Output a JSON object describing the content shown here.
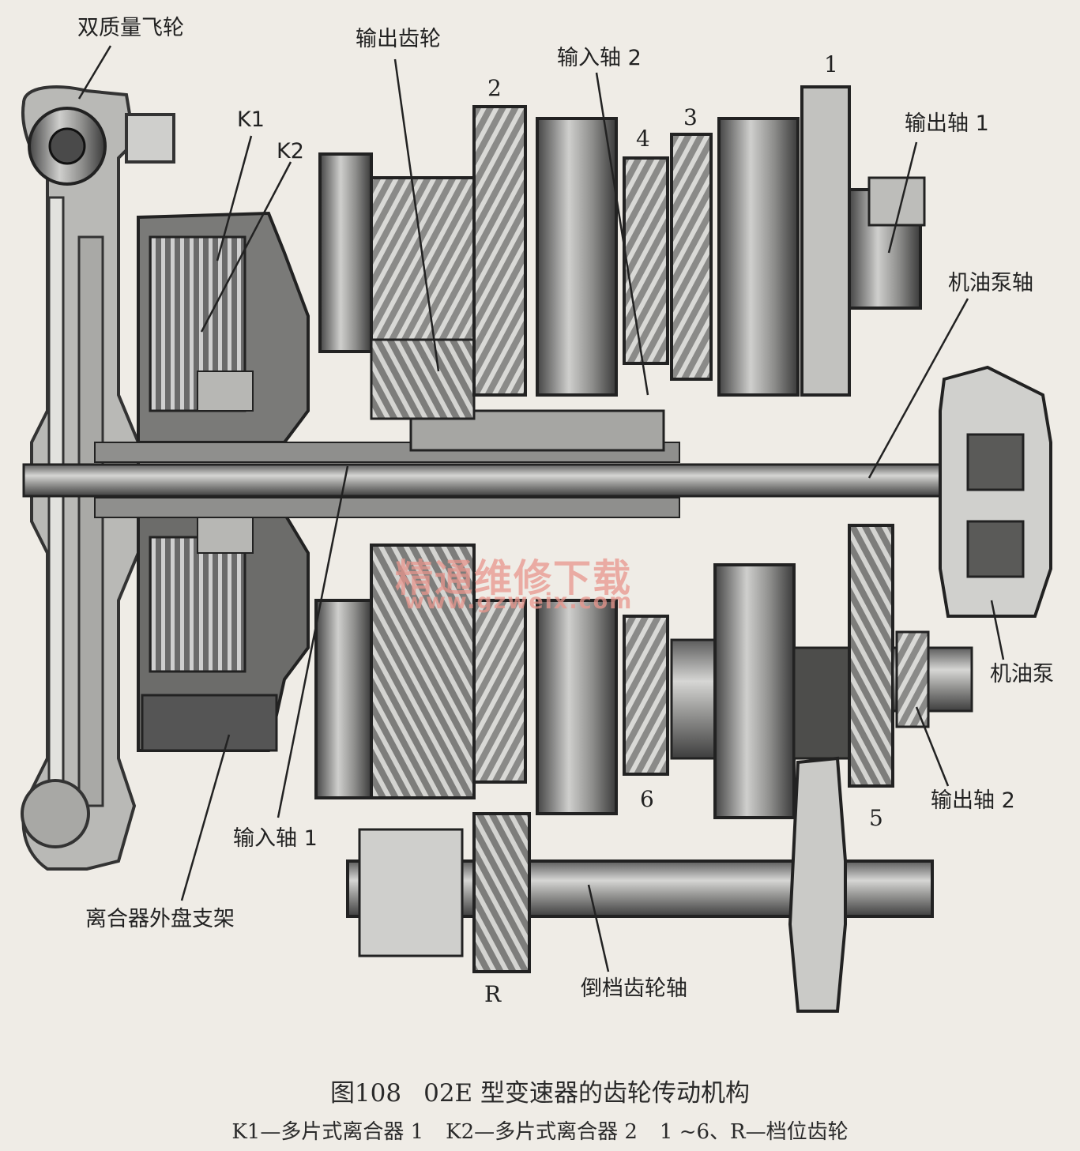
{
  "labels": {
    "dual_mass_flywheel": "双质量飞轮",
    "k1": "K1",
    "k2": "K2",
    "output_gear": "输出齿轮",
    "input_shaft_2": "输入轴 2",
    "gear_1": "1",
    "gear_2": "2",
    "gear_3": "3",
    "gear_4": "4",
    "output_shaft_1": "输出轴 1",
    "oil_pump_shaft": "机油泵轴",
    "oil_pump": "机油泵",
    "gear_6": "6",
    "gear_5": "5",
    "output_shaft_2": "输出轴 2",
    "input_shaft_1": "输入轴 1",
    "clutch_outer_carrier": "离合器外盘支架",
    "gear_r": "R",
    "reverse_gear_shaft": "倒档齿轮轴"
  },
  "watermark": {
    "text": "精通维修下载",
    "url": "www.gzweix.com"
  },
  "caption": {
    "figure_no": "图108",
    "title": "02E 型变速器的齿轮传动机构"
  },
  "legend": {
    "item1": "K1—多片式离合器 1",
    "item2": "K2—多片式离合器 2",
    "item3": "1 ~6、R—档位齿轮"
  }
}
